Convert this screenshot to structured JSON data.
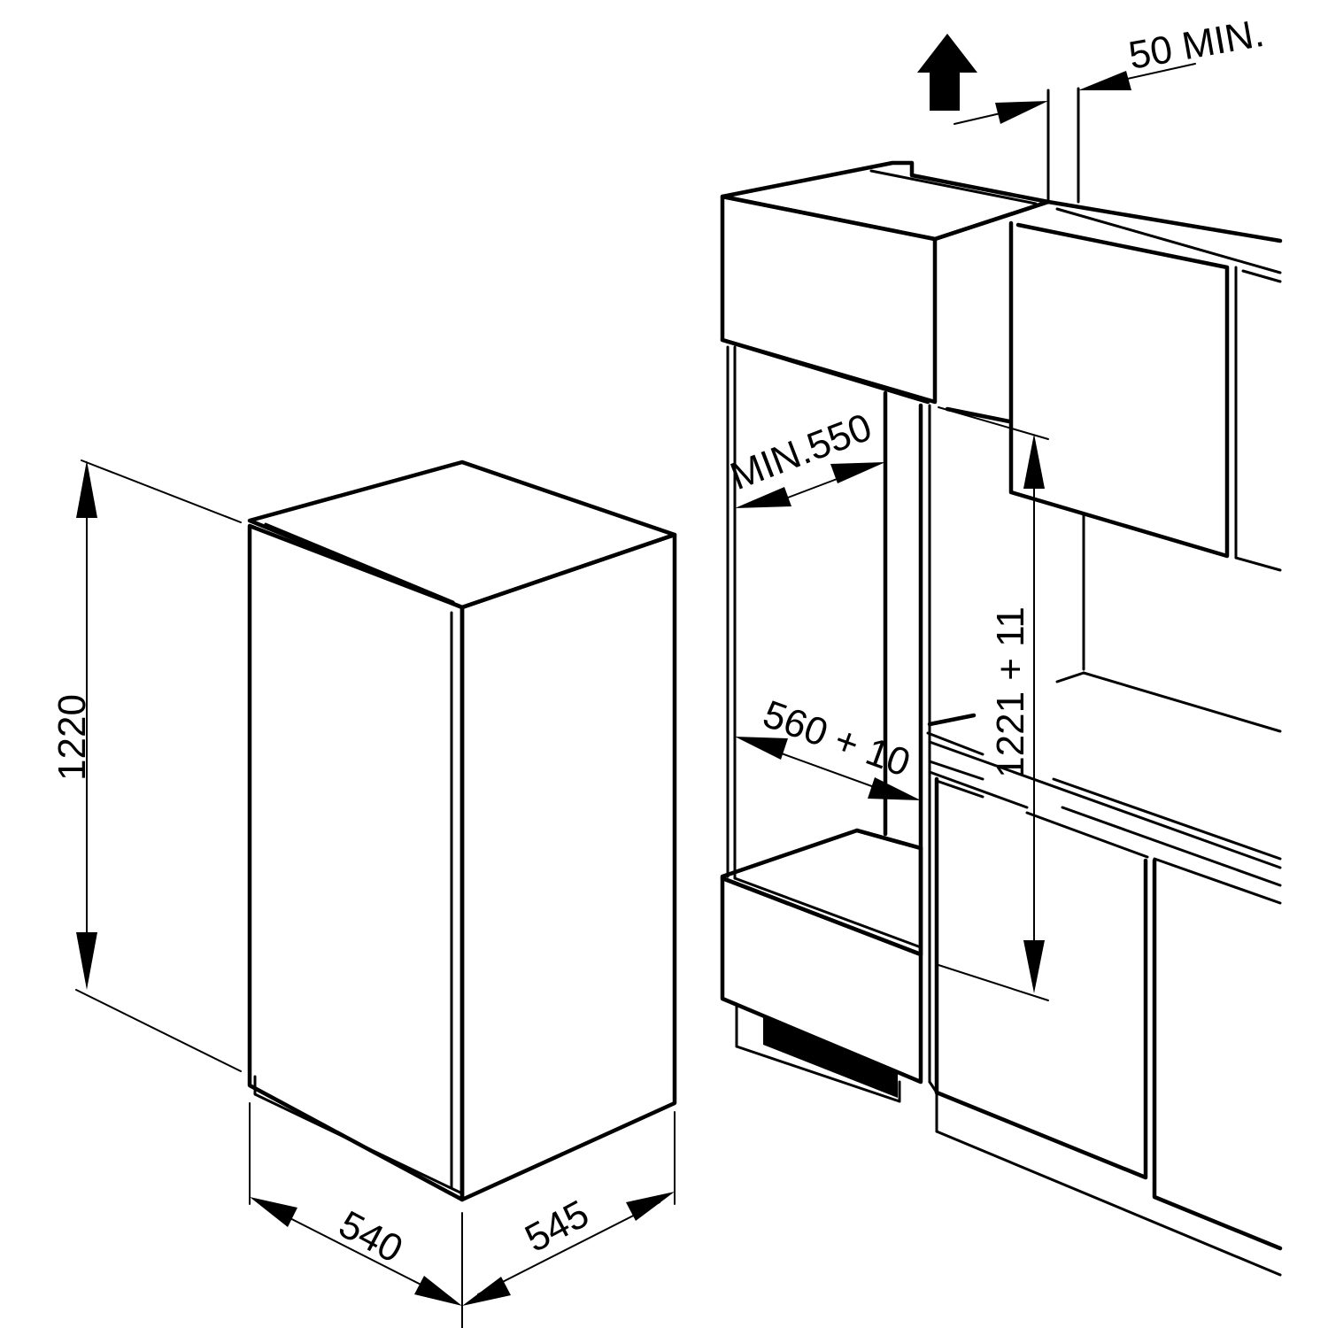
{
  "appliance": {
    "height": "1220",
    "width": "540",
    "depth": "545"
  },
  "niche": {
    "vent_gap": "50  MIN.",
    "min_depth": "MIN.550",
    "width": "560 + 10",
    "height": "1221 + 11"
  },
  "icons": {
    "airflow": "up-arrow-icon"
  }
}
